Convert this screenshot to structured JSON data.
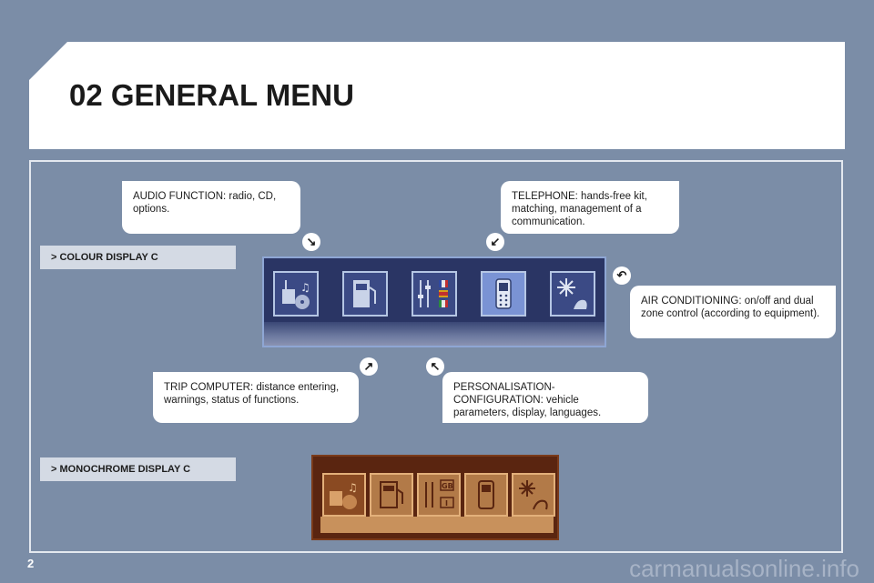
{
  "title": "02 GENERAL MENU",
  "sections": {
    "colour": "> COLOUR DISPLAY C",
    "mono": "> MONOCHROME DISPLAY C"
  },
  "callouts": {
    "audio": "AUDIO FUNCTION: radio, CD, options.",
    "telephone": "TELEPHONE: hands-free kit, matching, management of a communication.",
    "air": "AIR CONDITIONING: on/off and dual zone control (according to equipment).",
    "trip": "TRIP COMPUTER: distance entering, warnings, status of functions.",
    "personalisation": "PERSONALISATION-CONFIGURATION: vehicle parameters, display, languages."
  },
  "screen_icons": [
    {
      "name": "audio-icon"
    },
    {
      "name": "fuel-pump-icon"
    },
    {
      "name": "settings-sliders-icon"
    },
    {
      "name": "telephone-icon",
      "selected": true
    },
    {
      "name": "air-conditioning-icon"
    }
  ],
  "mono_badges": {
    "top": "GB",
    "bottom": "I"
  },
  "page_number": "2",
  "watermark": "carmanualsonline.info"
}
